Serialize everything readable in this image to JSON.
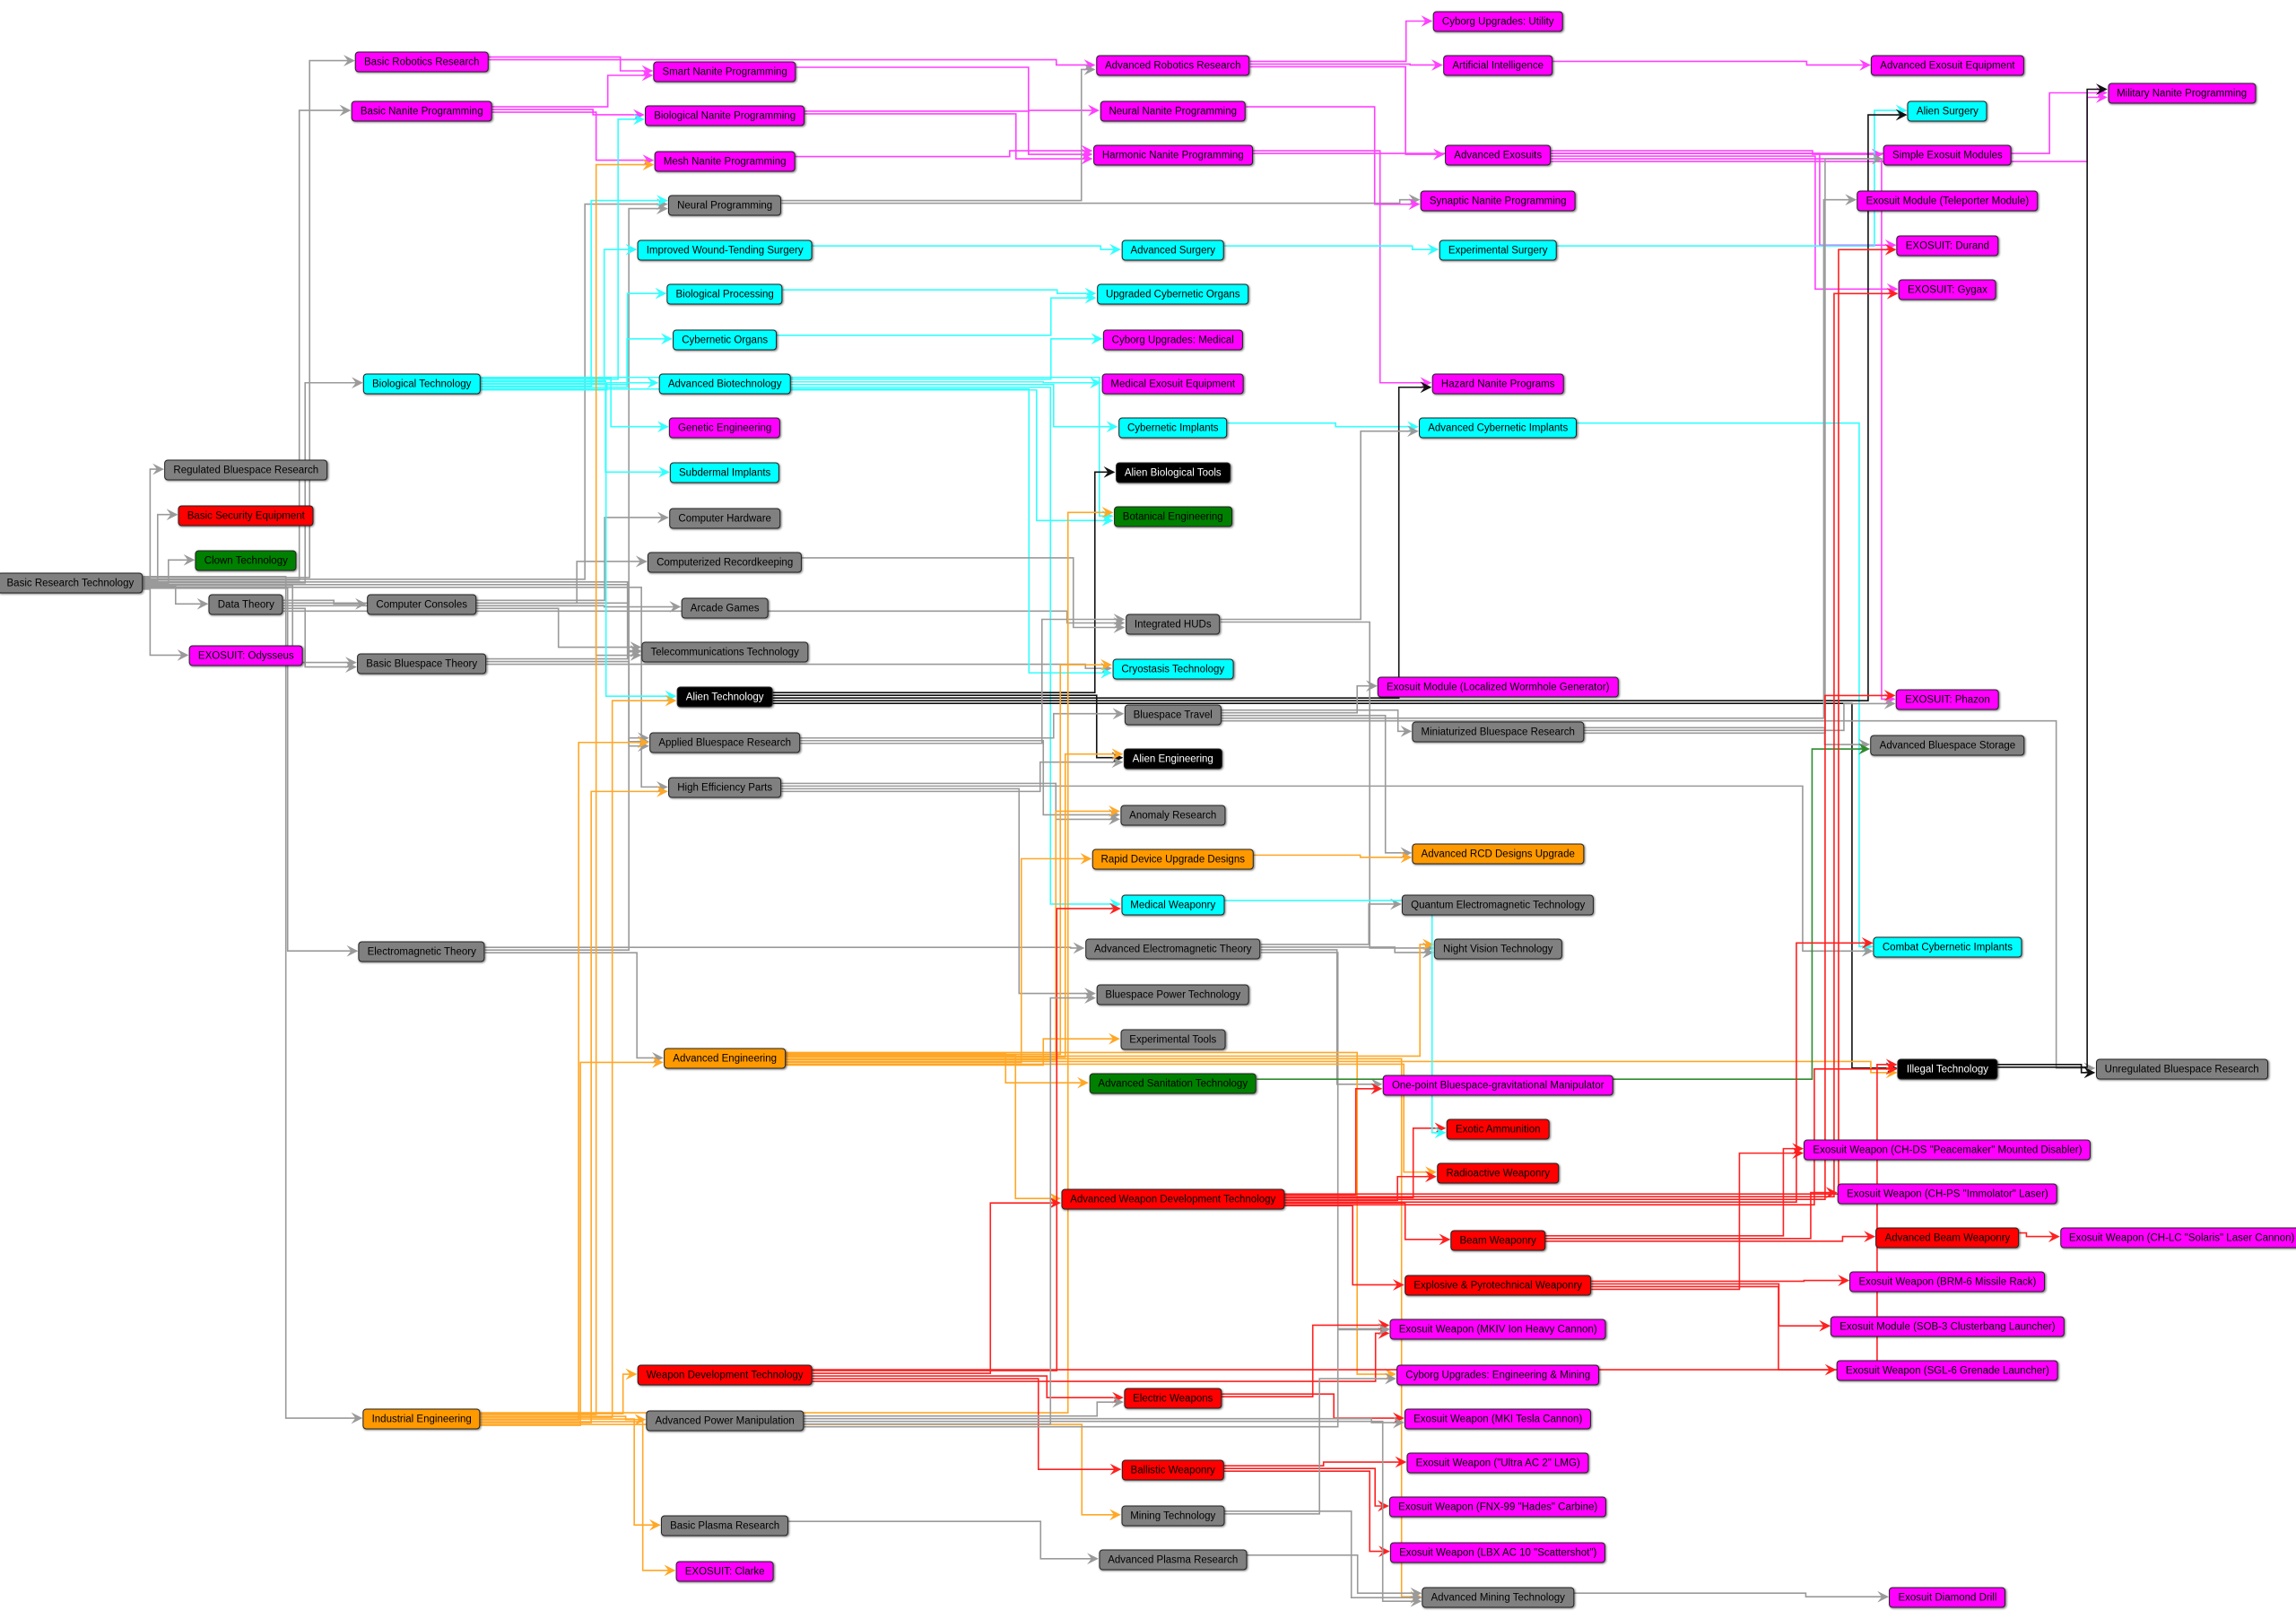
{
  "palette": {
    "gray": {
      "fill": "#808080",
      "edge": "#9a9a9a"
    },
    "magenta": {
      "fill": "#ff00ff",
      "edge": "#ff40ff"
    },
    "cyan": {
      "fill": "#00ffff",
      "edge": "#33ffff"
    },
    "red": {
      "fill": "#ff0000",
      "edge": "#ff2020"
    },
    "green": {
      "fill": "#008000",
      "edge": "#2e8b2e"
    },
    "orange": {
      "fill": "#ff9900",
      "edge": "#ffa726"
    },
    "black": {
      "fill": "#000000",
      "edge": "#111111"
    }
  },
  "nodes": [
    {
      "id": "brt",
      "label": "Basic Research Technology",
      "color": "gray"
    },
    {
      "id": "rbr",
      "label": "Regulated Bluespace Research",
      "color": "gray"
    },
    {
      "id": "bse",
      "label": "Basic Security Equipment",
      "color": "red"
    },
    {
      "id": "clown",
      "label": "Clown Technology",
      "color": "green"
    },
    {
      "id": "data",
      "label": "Data Theory",
      "color": "gray"
    },
    {
      "id": "odys",
      "label": "EXOSUIT: Odysseus",
      "color": "magenta"
    },
    {
      "id": "brob",
      "label": "Basic Robotics Research",
      "color": "magenta"
    },
    {
      "id": "bnan",
      "label": "Basic Nanite Programming",
      "color": "magenta"
    },
    {
      "id": "biotech",
      "label": "Biological Technology",
      "color": "cyan"
    },
    {
      "id": "cc",
      "label": "Computer Consoles",
      "color": "gray"
    },
    {
      "id": "bbt",
      "label": "Basic Bluespace Theory",
      "color": "gray"
    },
    {
      "id": "emt",
      "label": "Electromagnetic Theory",
      "color": "gray"
    },
    {
      "id": "ie",
      "label": "Industrial Engineering",
      "color": "orange"
    },
    {
      "id": "snan",
      "label": "Smart Nanite Programming",
      "color": "magenta"
    },
    {
      "id": "bionan",
      "label": "Biological Nanite Programming",
      "color": "magenta"
    },
    {
      "id": "mnan",
      "label": "Mesh Nanite Programming",
      "color": "magenta"
    },
    {
      "id": "np",
      "label": "Neural Programming",
      "color": "gray"
    },
    {
      "id": "iwts",
      "label": "Improved Wound-Tending Surgery",
      "color": "cyan"
    },
    {
      "id": "bproc",
      "label": "Biological Processing",
      "color": "cyan"
    },
    {
      "id": "corg",
      "label": "Cybernetic Organs",
      "color": "cyan"
    },
    {
      "id": "abio",
      "label": "Advanced Biotechnology",
      "color": "cyan"
    },
    {
      "id": "gen",
      "label": "Genetic Engineering",
      "color": "magenta"
    },
    {
      "id": "sub",
      "label": "Subdermal Implants",
      "color": "cyan"
    },
    {
      "id": "chw",
      "label": "Computer Hardware",
      "color": "gray"
    },
    {
      "id": "crec",
      "label": "Computerized Recordkeeping",
      "color": "gray"
    },
    {
      "id": "arc",
      "label": "Arcade Games",
      "color": "gray"
    },
    {
      "id": "tel",
      "label": "Telecommunications Technology",
      "color": "gray"
    },
    {
      "id": "alien",
      "label": "Alien Technology",
      "color": "black"
    },
    {
      "id": "abr",
      "label": "Applied Bluespace Research",
      "color": "gray"
    },
    {
      "id": "hep",
      "label": "High Efficiency Parts",
      "color": "gray"
    },
    {
      "id": "ae",
      "label": "Advanced Engineering",
      "color": "orange"
    },
    {
      "id": "wdt",
      "label": "Weapon Development Technology",
      "color": "red"
    },
    {
      "id": "apm",
      "label": "Advanced Power Manipulation",
      "color": "gray"
    },
    {
      "id": "bpr",
      "label": "Basic Plasma Research",
      "color": "gray"
    },
    {
      "id": "clarke",
      "label": "EXOSUIT: Clarke",
      "color": "magenta"
    },
    {
      "id": "arr",
      "label": "Advanced Robotics Research",
      "color": "magenta"
    },
    {
      "id": "nnan",
      "label": "Neural Nanite Programming",
      "color": "magenta"
    },
    {
      "id": "hnan",
      "label": "Harmonic Nanite Programming",
      "color": "magenta"
    },
    {
      "id": "asurg",
      "label": "Advanced Surgery",
      "color": "cyan"
    },
    {
      "id": "uco",
      "label": "Upgraded Cybernetic Organs",
      "color": "cyan"
    },
    {
      "id": "cumed",
      "label": "Cyborg Upgrades: Medical",
      "color": "magenta"
    },
    {
      "id": "mee",
      "label": "Medical Exosuit Equipment",
      "color": "magenta"
    },
    {
      "id": "cimp",
      "label": "Cybernetic Implants",
      "color": "cyan"
    },
    {
      "id": "abt",
      "label": "Alien Biological Tools",
      "color": "black"
    },
    {
      "id": "bot",
      "label": "Botanical Engineering",
      "color": "green"
    },
    {
      "id": "hud",
      "label": "Integrated HUDs",
      "color": "gray"
    },
    {
      "id": "cryo",
      "label": "Cryostasis Technology",
      "color": "cyan"
    },
    {
      "id": "bst",
      "label": "Bluespace Travel",
      "color": "gray"
    },
    {
      "id": "aeng",
      "label": "Alien Engineering",
      "color": "black"
    },
    {
      "id": "anom",
      "label": "Anomaly Research",
      "color": "gray"
    },
    {
      "id": "rdud",
      "label": "Rapid Device Upgrade Designs",
      "color": "orange"
    },
    {
      "id": "medw",
      "label": "Medical Weaponry",
      "color": "cyan"
    },
    {
      "id": "aemt",
      "label": "Advanced Electromagnetic Theory",
      "color": "gray"
    },
    {
      "id": "bpt",
      "label": "Bluespace Power Technology",
      "color": "gray"
    },
    {
      "id": "et",
      "label": "Experimental Tools",
      "color": "gray"
    },
    {
      "id": "ast",
      "label": "Advanced Sanitation Technology",
      "color": "green"
    },
    {
      "id": "awdt",
      "label": "Advanced Weapon Development Technology",
      "color": "red"
    },
    {
      "id": "elw",
      "label": "Electric Weapons",
      "color": "red"
    },
    {
      "id": "balw",
      "label": "Ballistic Weaponry",
      "color": "red"
    },
    {
      "id": "mt",
      "label": "Mining Technology",
      "color": "gray"
    },
    {
      "id": "apr",
      "label": "Advanced Plasma Research",
      "color": "gray"
    },
    {
      "id": "cuu",
      "label": "Cyborg Upgrades: Utility",
      "color": "magenta"
    },
    {
      "id": "ai",
      "label": "Artificial Intelligence",
      "color": "magenta"
    },
    {
      "id": "aex",
      "label": "Advanced Exosuits",
      "color": "magenta"
    },
    {
      "id": "synan",
      "label": "Synaptic Nanite Programming",
      "color": "magenta"
    },
    {
      "id": "exsurg",
      "label": "Experimental Surgery",
      "color": "cyan"
    },
    {
      "id": "hazn",
      "label": "Hazard Nanite Programs",
      "color": "magenta"
    },
    {
      "id": "aci",
      "label": "Advanced Cybernetic Implants",
      "color": "cyan"
    },
    {
      "id": "wormhole",
      "label": "Exosuit Module (Localized Wormhole Generator)",
      "color": "magenta"
    },
    {
      "id": "mbr",
      "label": "Miniaturized Bluespace Research",
      "color": "gray"
    },
    {
      "id": "arcd",
      "label": "Advanced RCD Designs Upgrade",
      "color": "orange"
    },
    {
      "id": "qem",
      "label": "Quantum Electromagnetic Technology",
      "color": "gray"
    },
    {
      "id": "nvt",
      "label": "Night Vision Technology",
      "color": "gray"
    },
    {
      "id": "opbgm",
      "label": "One-point Bluespace-gravitational Manipulator",
      "color": "magenta"
    },
    {
      "id": "exam",
      "label": "Exotic Ammunition",
      "color": "red"
    },
    {
      "id": "radw",
      "label": "Radioactive Weaponry",
      "color": "red"
    },
    {
      "id": "beam",
      "label": "Beam Weaponry",
      "color": "red"
    },
    {
      "id": "expw",
      "label": "Explosive & Pyrotechnical Weaponry",
      "color": "red"
    },
    {
      "id": "mkiv",
      "label": "Exosuit Weapon (MKIV Ion Heavy Cannon)",
      "color": "magenta"
    },
    {
      "id": "cueng",
      "label": "Cyborg Upgrades: Engineering & Mining",
      "color": "magenta"
    },
    {
      "id": "mki",
      "label": "Exosuit Weapon (MKI Tesla Cannon)",
      "color": "magenta"
    },
    {
      "id": "ac2",
      "label": "Exosuit Weapon (\"Ultra AC 2\" LMG)",
      "color": "magenta"
    },
    {
      "id": "fnx",
      "label": "Exosuit Weapon (FNX-99 \"Hades\" Carbine)",
      "color": "magenta"
    },
    {
      "id": "lbx",
      "label": "Exosuit Weapon (LBX AC 10 \"Scattershot\")",
      "color": "magenta"
    },
    {
      "id": "amt",
      "label": "Advanced Mining Technology",
      "color": "gray"
    },
    {
      "id": "aee",
      "label": "Advanced Exosuit Equipment",
      "color": "magenta"
    },
    {
      "id": "alsurg",
      "label": "Alien Surgery",
      "color": "cyan"
    },
    {
      "id": "sem",
      "label": "Simple Exosuit Modules",
      "color": "magenta"
    },
    {
      "id": "tele",
      "label": "Exosuit Module (Teleporter Module)",
      "color": "magenta"
    },
    {
      "id": "durand",
      "label": "EXOSUIT: Durand",
      "color": "magenta"
    },
    {
      "id": "gygax",
      "label": "EXOSUIT: Gygax",
      "color": "magenta"
    },
    {
      "id": "phazon",
      "label": "EXOSUIT: Phazon",
      "color": "magenta"
    },
    {
      "id": "abs",
      "label": "Advanced Bluespace Storage",
      "color": "gray"
    },
    {
      "id": "cci",
      "label": "Combat Cybernetic Implants",
      "color": "cyan"
    },
    {
      "id": "illegal",
      "label": "Illegal Technology",
      "color": "black"
    },
    {
      "id": "peace",
      "label": "Exosuit Weapon (CH-DS \"Peacemaker\" Mounted Disabler)",
      "color": "magenta"
    },
    {
      "id": "immo",
      "label": "Exosuit Weapon (CH-PS \"Immolator\" Laser)",
      "color": "magenta"
    },
    {
      "id": "abw",
      "label": "Advanced Beam Weaponry",
      "color": "red"
    },
    {
      "id": "brm",
      "label": "Exosuit Weapon (BRM-6 Missile Rack)",
      "color": "magenta"
    },
    {
      "id": "sob",
      "label": "Exosuit Module (SOB-3 Clusterbang Launcher)",
      "color": "magenta"
    },
    {
      "id": "sgl",
      "label": "Exosuit Weapon (SGL-6 Grenade Launcher)",
      "color": "magenta"
    },
    {
      "id": "drill",
      "label": "Exosuit Diamond Drill",
      "color": "magenta"
    },
    {
      "id": "mnp",
      "label": "Military Nanite Programming",
      "color": "magenta"
    },
    {
      "id": "ubr",
      "label": "Unregulated Bluespace Research",
      "color": "gray"
    },
    {
      "id": "solaris",
      "label": "Exosuit Weapon (CH-LC \"Solaris\" Laser Cannon)",
      "color": "magenta"
    }
  ],
  "edges": [
    [
      "brt",
      "rbr"
    ],
    [
      "brt",
      "bse"
    ],
    [
      "brt",
      "clown"
    ],
    [
      "brt",
      "data"
    ],
    [
      "brt",
      "odys"
    ],
    [
      "brt",
      "brob"
    ],
    [
      "brt",
      "bnan"
    ],
    [
      "brt",
      "biotech"
    ],
    [
      "brt",
      "bbt"
    ],
    [
      "brt",
      "emt"
    ],
    [
      "brt",
      "ie"
    ],
    [
      "brt",
      "np"
    ],
    [
      "brt",
      "tel"
    ],
    [
      "brt",
      "abr"
    ],
    [
      "brt",
      "hep"
    ],
    [
      "data",
      "cc"
    ],
    [
      "data",
      "np"
    ],
    [
      "data",
      "tel"
    ],
    [
      "data",
      "bbt"
    ],
    [
      "data",
      "hud"
    ],
    [
      "cc",
      "chw"
    ],
    [
      "cc",
      "crec"
    ],
    [
      "cc",
      "arc"
    ],
    [
      "cc",
      "tel"
    ],
    [
      "bbt",
      "tel"
    ],
    [
      "bbt",
      "abr"
    ],
    [
      "bbt",
      "cryo"
    ],
    [
      "brob",
      "snan"
    ],
    [
      "brob",
      "arr"
    ],
    [
      "bnan",
      "snan"
    ],
    [
      "bnan",
      "bionan"
    ],
    [
      "bnan",
      "mnan"
    ],
    [
      "snan",
      "hnan"
    ],
    [
      "bionan",
      "nnan"
    ],
    [
      "bionan",
      "hnan"
    ],
    [
      "mnan",
      "hnan"
    ],
    [
      "np",
      "arr"
    ],
    [
      "np",
      "synan"
    ],
    [
      "arr",
      "cuu"
    ],
    [
      "arr",
      "ai"
    ],
    [
      "arr",
      "aex"
    ],
    [
      "nnan",
      "synan"
    ],
    [
      "hnan",
      "hazn"
    ],
    [
      "hnan",
      "mnp"
    ],
    [
      "ai",
      "aee"
    ],
    [
      "aex",
      "sem"
    ],
    [
      "aex",
      "durand"
    ],
    [
      "aex",
      "gygax"
    ],
    [
      "aex",
      "phazon"
    ],
    [
      "aex",
      "mnp"
    ],
    [
      "biotech",
      "bionan"
    ],
    [
      "biotech",
      "iwts"
    ],
    [
      "biotech",
      "bproc"
    ],
    [
      "biotech",
      "corg"
    ],
    [
      "biotech",
      "abio"
    ],
    [
      "biotech",
      "gen"
    ],
    [
      "biotech",
      "sub"
    ],
    [
      "biotech",
      "alien"
    ],
    [
      "biotech",
      "np"
    ],
    [
      "biotech",
      "cryo"
    ],
    [
      "biotech",
      "bot"
    ],
    [
      "iwts",
      "asurg"
    ],
    [
      "asurg",
      "exsurg"
    ],
    [
      "exsurg",
      "alsurg"
    ],
    [
      "bproc",
      "uco"
    ],
    [
      "corg",
      "uco"
    ],
    [
      "abio",
      "cumed"
    ],
    [
      "abio",
      "mee"
    ],
    [
      "abio",
      "cimp"
    ],
    [
      "abio",
      "medw"
    ],
    [
      "abio",
      "bot"
    ],
    [
      "cimp",
      "aci"
    ],
    [
      "aci",
      "cci"
    ],
    [
      "alien",
      "abt"
    ],
    [
      "alien",
      "aeng"
    ],
    [
      "alien",
      "hazn"
    ],
    [
      "alien",
      "alsurg"
    ],
    [
      "alien",
      "illegal"
    ],
    [
      "crec",
      "hud"
    ],
    [
      "hud",
      "aci"
    ],
    [
      "hud",
      "nvt"
    ],
    [
      "abr",
      "bst"
    ],
    [
      "abr",
      "anom"
    ],
    [
      "abr",
      "hud"
    ],
    [
      "bst",
      "mbr"
    ],
    [
      "bst",
      "wormhole"
    ],
    [
      "bst",
      "arcd"
    ],
    [
      "bst",
      "tele"
    ],
    [
      "bst",
      "ubr"
    ],
    [
      "mbr",
      "abs"
    ],
    [
      "mbr",
      "phazon"
    ],
    [
      "mbr",
      "sem"
    ],
    [
      "hep",
      "anom"
    ],
    [
      "hep",
      "cci"
    ],
    [
      "hep",
      "bpt"
    ],
    [
      "hep",
      "aeng"
    ],
    [
      "emt",
      "aemt"
    ],
    [
      "emt",
      "abr"
    ],
    [
      "emt",
      "ae"
    ],
    [
      "aemt",
      "qem"
    ],
    [
      "aemt",
      "nvt"
    ],
    [
      "aemt",
      "opbgm"
    ],
    [
      "aemt",
      "mkiv"
    ],
    [
      "ie",
      "mnan"
    ],
    [
      "ie",
      "alien"
    ],
    [
      "ie",
      "abr"
    ],
    [
      "ie",
      "hep"
    ],
    [
      "ie",
      "ae"
    ],
    [
      "ie",
      "wdt"
    ],
    [
      "ie",
      "apm"
    ],
    [
      "ie",
      "bpr"
    ],
    [
      "ie",
      "clarke"
    ],
    [
      "ie",
      "mt"
    ],
    [
      "ie",
      "bot"
    ],
    [
      "ae",
      "cryo"
    ],
    [
      "ae",
      "aeng"
    ],
    [
      "ae",
      "anom"
    ],
    [
      "ae",
      "rdud"
    ],
    [
      "ae",
      "et"
    ],
    [
      "ae",
      "ast"
    ],
    [
      "ae",
      "nvt"
    ],
    [
      "ae",
      "amt"
    ],
    [
      "ae",
      "illegal"
    ],
    [
      "ae",
      "radw"
    ],
    [
      "ae",
      "cueng"
    ],
    [
      "ae",
      "awdt"
    ],
    [
      "rdud",
      "arcd"
    ],
    [
      "ast",
      "abs"
    ],
    [
      "wdt",
      "medw"
    ],
    [
      "wdt",
      "awdt"
    ],
    [
      "wdt",
      "elw"
    ],
    [
      "wdt",
      "balw"
    ],
    [
      "wdt",
      "mkiv"
    ],
    [
      "wdt",
      "illegal"
    ],
    [
      "awdt",
      "opbgm"
    ],
    [
      "awdt",
      "exam"
    ],
    [
      "awdt",
      "radw"
    ],
    [
      "awdt",
      "beam"
    ],
    [
      "awdt",
      "expw"
    ],
    [
      "awdt",
      "durand"
    ],
    [
      "awdt",
      "gygax"
    ],
    [
      "awdt",
      "phazon"
    ],
    [
      "awdt",
      "cci"
    ],
    [
      "awdt",
      "illegal"
    ],
    [
      "medw",
      "exam"
    ],
    [
      "beam",
      "peace"
    ],
    [
      "beam",
      "immo"
    ],
    [
      "beam",
      "abw"
    ],
    [
      "abw",
      "solaris"
    ],
    [
      "expw",
      "brm"
    ],
    [
      "expw",
      "sob"
    ],
    [
      "expw",
      "sgl"
    ],
    [
      "expw",
      "peace"
    ],
    [
      "elw",
      "mki"
    ],
    [
      "elw",
      "mkiv"
    ],
    [
      "balw",
      "ac2"
    ],
    [
      "balw",
      "fnx"
    ],
    [
      "balw",
      "lbx"
    ],
    [
      "apm",
      "elw"
    ],
    [
      "apm",
      "mki"
    ],
    [
      "apm",
      "amt"
    ],
    [
      "apm",
      "bpt"
    ],
    [
      "apm",
      "mkiv"
    ],
    [
      "bpr",
      "apr"
    ],
    [
      "apr",
      "amt"
    ],
    [
      "mt",
      "amt"
    ],
    [
      "mt",
      "cueng"
    ],
    [
      "amt",
      "drill"
    ],
    [
      "illegal",
      "ubr"
    ],
    [
      "illegal",
      "mnp"
    ]
  ]
}
